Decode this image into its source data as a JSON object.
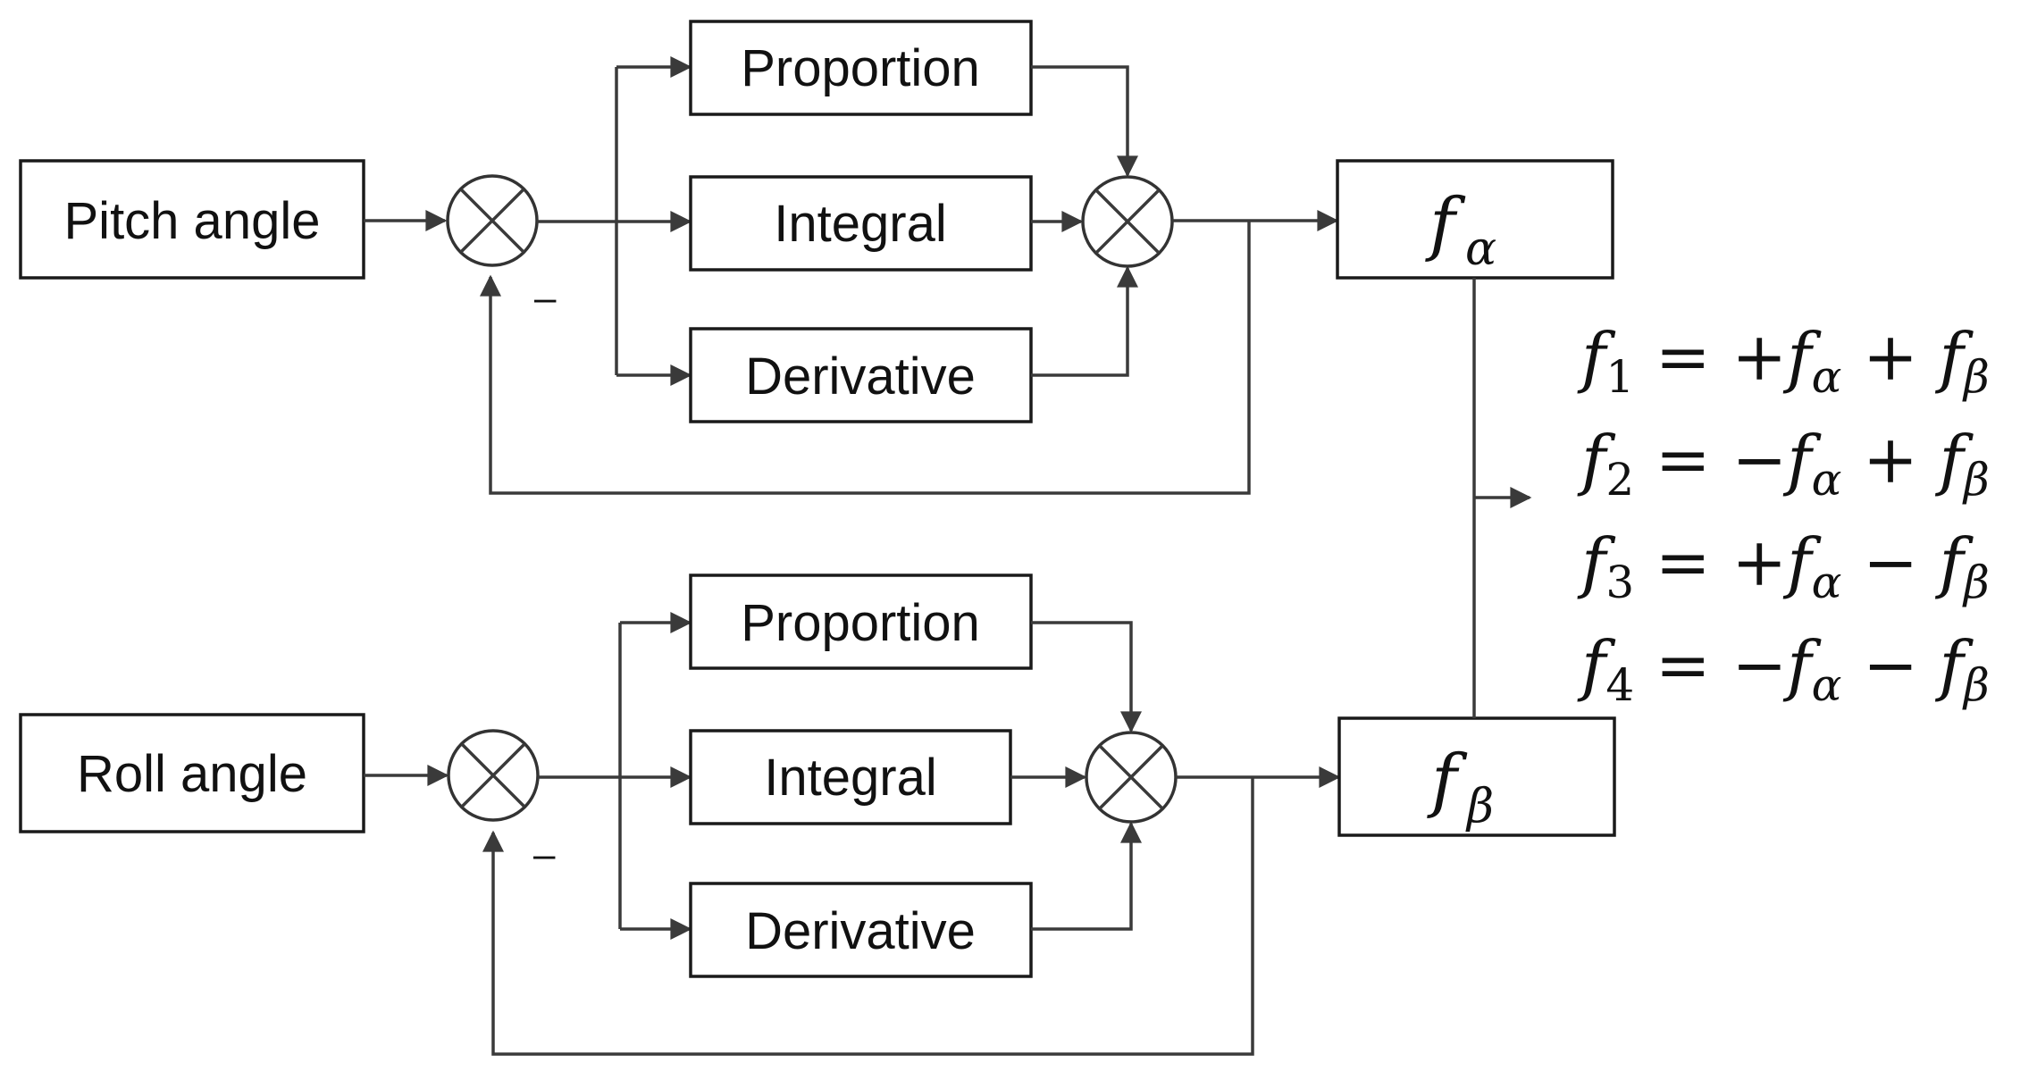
{
  "pitch": {
    "input_label": "Pitch angle",
    "proportion_label": "Proportion",
    "integral_label": "Integral",
    "derivative_label": "Derivative",
    "feedback_sign": "–",
    "output_symbol": "f",
    "output_subscript": "α"
  },
  "roll": {
    "input_label": "Roll angle",
    "proportion_label": "Proportion",
    "integral_label": "Integral",
    "derivative_label": "Derivative",
    "feedback_sign": "–",
    "output_symbol": "f",
    "output_subscript": "β"
  },
  "equations": [
    {
      "lhs": "f",
      "lhs_sub": "1",
      "equals": " = ",
      "sign_a": "+",
      "term_a": "f",
      "sub_a": "α",
      "op": " + ",
      "term_b": "f",
      "sub_b": "β"
    },
    {
      "lhs": "f",
      "lhs_sub": "2",
      "equals": " = ",
      "sign_a": "−",
      "term_a": "f",
      "sub_a": "α",
      "op": " + ",
      "term_b": "f",
      "sub_b": "β"
    },
    {
      "lhs": "f",
      "lhs_sub": "3",
      "equals": " = ",
      "sign_a": "+",
      "term_a": "f",
      "sub_a": "α",
      "op": " − ",
      "term_b": "f",
      "sub_b": "β"
    },
    {
      "lhs": "f",
      "lhs_sub": "4",
      "equals": " = ",
      "sign_a": "−",
      "term_a": "f",
      "sub_a": "α",
      "op": " − ",
      "term_b": "f",
      "sub_b": "β"
    }
  ],
  "colors": {
    "line": "#3a3a3a",
    "box_stroke": "#1a1a1a",
    "text": "#111111",
    "background": "#ffffff"
  }
}
